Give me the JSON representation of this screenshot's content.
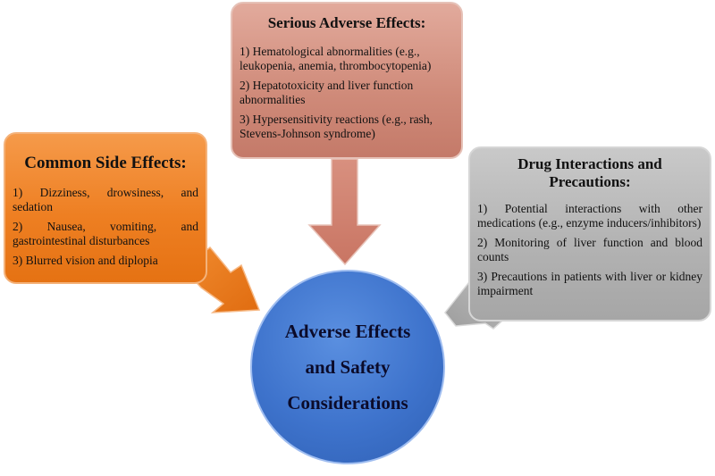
{
  "center": {
    "title": "Adverse Effects and Safety Considerations"
  },
  "common_side_effects": {
    "title": "Common Side Effects:",
    "items": [
      "1) Dizziness, drowsiness, and sedation",
      "2) Nausea, vomiting, and gastrointestinal disturbances",
      "3) Blurred vision and diplopia"
    ]
  },
  "serious_adverse_effects": {
    "title": "Serious Adverse Effects:",
    "items": [
      "1) Hematological abnormalities (e.g., leukopenia, anemia, thrombocytopenia)",
      "2) Hepatotoxicity and liver function abnormalities",
      "3) Hypersensitivity reactions (e.g., rash, Stevens-Johnson syndrome)"
    ]
  },
  "drug_interactions": {
    "title": "Drug Interactions and Precautions:",
    "items": [
      "1) Potential interactions with other medications (e.g., enzyme inducers/inhibitors)",
      "2) Monitoring of liver function and blood counts",
      "3) Precautions in patients with liver or kidney impairment"
    ]
  },
  "colors": {
    "common_box": "#ee7f22",
    "serious_box": "#cf8a79",
    "drug_box": "#b3b3b3",
    "center_circle": "#3e73cc"
  }
}
